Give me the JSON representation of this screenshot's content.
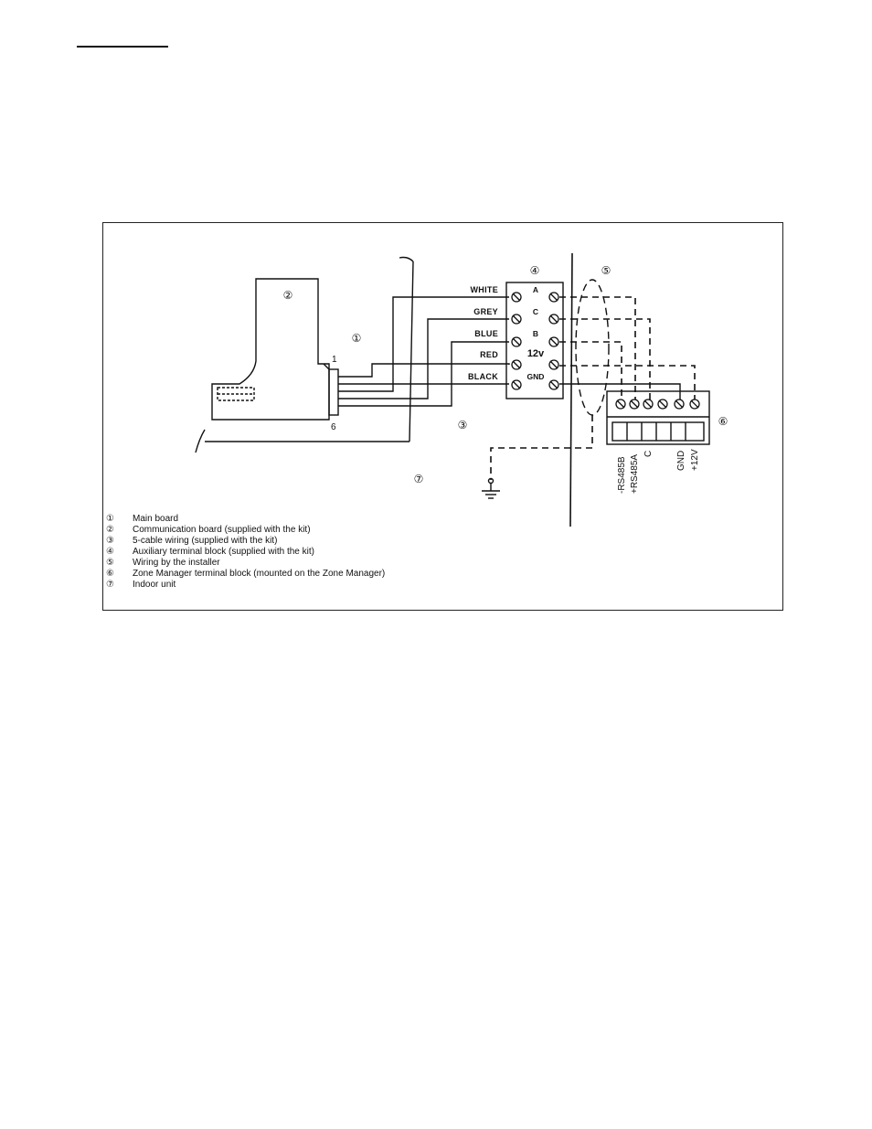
{
  "wires": {
    "white": "WHITE",
    "grey": "GREY",
    "blue": "BLUE",
    "red": "RED",
    "black": "BLACK"
  },
  "aux_block": {
    "terminal_a": "A",
    "terminal_c": "C",
    "terminal_b": "B",
    "terminal_12v": "12v",
    "terminal_gnd": "GND"
  },
  "connector": {
    "pin_top": "1",
    "pin_bottom": "6"
  },
  "zone_manager_terminals": {
    "rs485b": "-RS485B",
    "rs485a": "+RS485A",
    "c": "C",
    "gnd": "GND",
    "plus12v": "+12V"
  },
  "callouts": {
    "n1": "①",
    "n2": "②",
    "n3": "③",
    "n4": "④",
    "n5": "⑤",
    "n6": "⑥",
    "n7": "⑦"
  },
  "legend": [
    {
      "num": "①",
      "text": "Main board"
    },
    {
      "num": "②",
      "text": "Communication  board (supplied with the kit)"
    },
    {
      "num": "③",
      "text": "5-cable wiring (supplied with the kit)"
    },
    {
      "num": "④",
      "text": "Auxiliary terminal block (supplied with the kit)"
    },
    {
      "num": "⑤",
      "text": "Wiring by the installer"
    },
    {
      "num": "⑥",
      "text": "Zone Manager terminal block (mounted on the Zone Manager)"
    },
    {
      "num": "⑦",
      "text": "Indoor unit"
    }
  ],
  "colors": {
    "line": "#111111"
  }
}
